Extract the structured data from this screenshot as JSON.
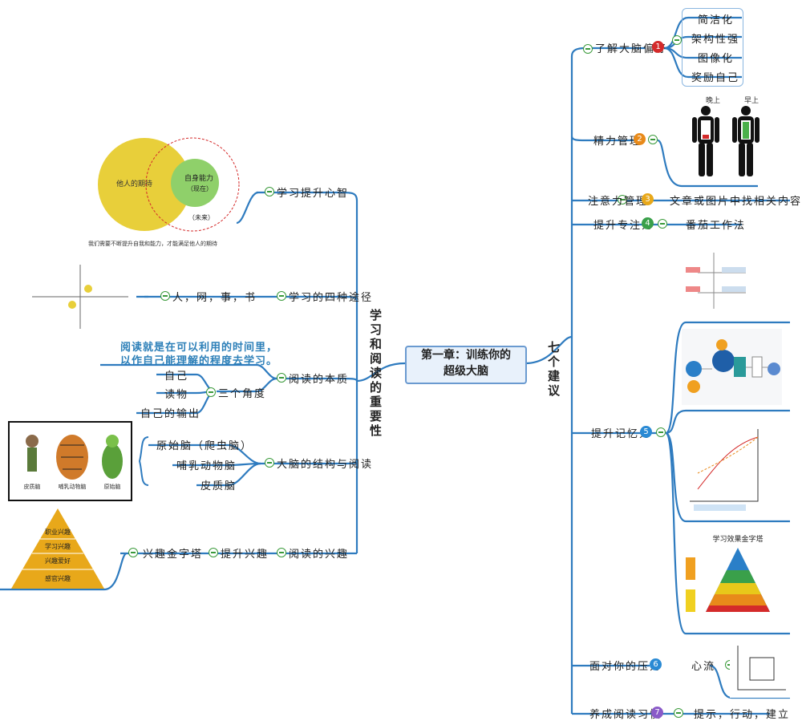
{
  "central": {
    "line1": "第一章：训练你的",
    "line2": "超级大脑"
  },
  "right_root": "七个建议",
  "left_root": "学习和阅读的重要性",
  "right": {
    "b1": {
      "num": "1",
      "label": "了解大脑偏好",
      "subs": [
        "简洁化",
        "架构性强",
        "图像化",
        "奖励自己"
      ]
    },
    "b2": {
      "num": "2",
      "label": "精力管理",
      "fig_labels": [
        "晚上",
        "早上"
      ]
    },
    "b3": {
      "num": "3",
      "label": "注意力管理",
      "detail": "文章或图片中找相关内容"
    },
    "b4": {
      "num": "4",
      "label": "提升专注力",
      "detail": "番茄工作法"
    },
    "b5": {
      "num": "5",
      "label": "提升记忆力",
      "pyramid_title": "学习效果金字塔"
    },
    "b6": {
      "num": "6",
      "label": "面对你的压力",
      "detail": "心流"
    },
    "b7": {
      "num": "7",
      "label": "养成阅读习惯",
      "detail": "提示，行动，建立"
    }
  },
  "left": {
    "l1": {
      "label": "学习提升心智",
      "venn": {
        "big": "他人的期待",
        "small": "自身能力",
        "small_sub": "（现在）",
        "future": "（未来）",
        "caption": "我们需要不断提升自我和能力，才能满足他人的期待"
      }
    },
    "l2": {
      "label": "学习的四种途径",
      "detail": "人，网，事，书"
    },
    "l3": {
      "label": "阅读的本质",
      "note_line1": "阅读就是在可以利用的时间里，",
      "note_line2": "以作自己能理解的程度去学习。",
      "angle": "三个角度",
      "angle_items": [
        "自己",
        "读物",
        "自己的输出"
      ]
    },
    "l4": {
      "label": "大脑的结构与阅读",
      "items": [
        "原始脑（爬虫脑）",
        "哺乳动物脑",
        "皮质脑"
      ],
      "img_labels": [
        "皮质脑",
        "哺乳动物脑",
        "原始脑"
      ]
    },
    "l5": {
      "label": "阅读的兴趣",
      "detail1": "提升兴趣",
      "detail2": "兴趣金字塔",
      "pyramid": [
        "职业兴趣",
        "学习兴趣",
        "兴趣爱好",
        "感官兴趣"
      ]
    }
  },
  "colors": {
    "branch": "#2e7bbf",
    "num1": "#d42a2a",
    "num2": "#e88a1a",
    "num3": "#e8a81a",
    "num4": "#3aa04a",
    "num5": "#2a8ad4",
    "num6": "#2a8ad4",
    "num7": "#8a5ac8"
  }
}
